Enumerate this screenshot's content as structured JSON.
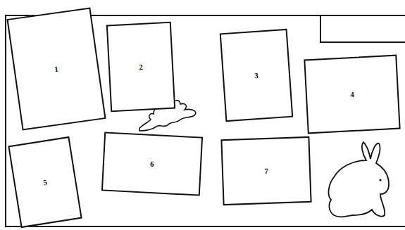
{
  "diagram": {
    "nodes": [
      {
        "text": [
          "1"
        ]
      },
      {
        "text": [
          "2"
        ]
      },
      {
        "text": [
          "3"
        ]
      },
      {
        "text": [
          "4"
        ]
      },
      {
        "text": [
          "5"
        ]
      },
      {
        "text": [
          "6"
        ]
      },
      {
        "text": [
          "7"
        ]
      }
    ]
  }
}
